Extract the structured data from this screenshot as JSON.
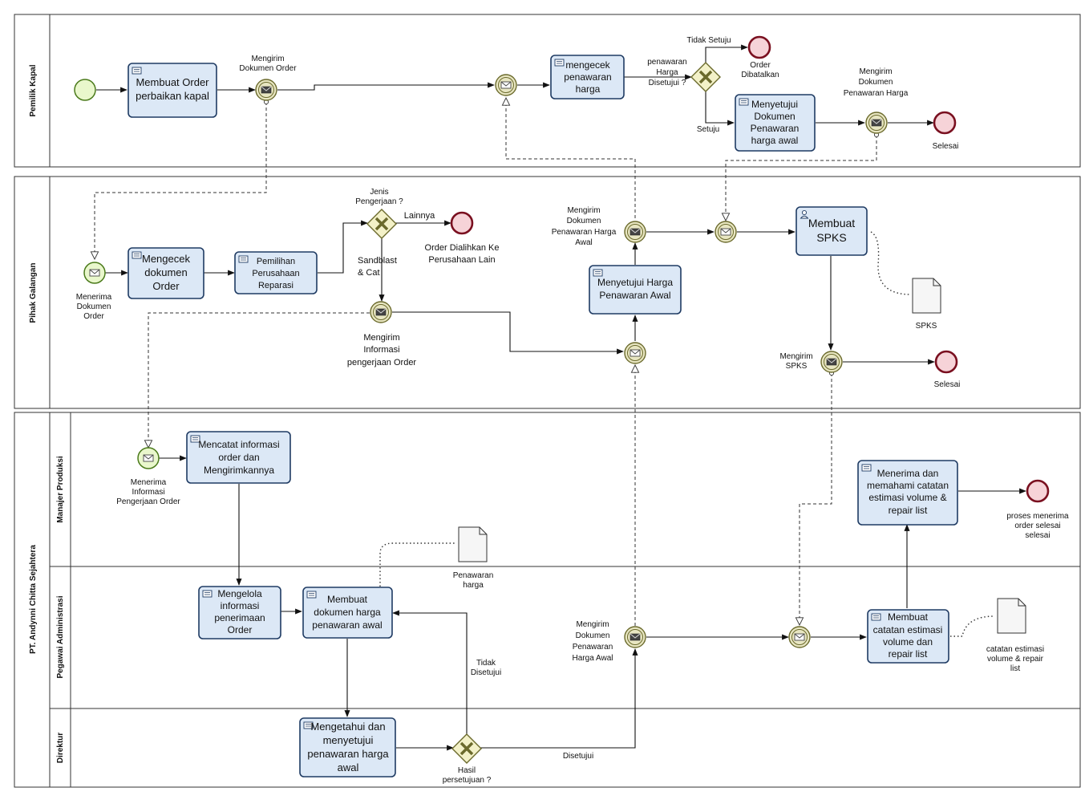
{
  "pools": {
    "pemilik_kapal": "Pemilik Kapal",
    "pihak_galangan": "Pihak Galangan",
    "pt": "PT. Andynni Chitta Sejahtera"
  },
  "lanes": {
    "manajer": "Manajer Produksi",
    "pegawai": "Pegawai Administrasi",
    "direktur": "Direktur"
  },
  "tasks": {
    "membuat_order": [
      "Membuat Order",
      "perbaikan kapal"
    ],
    "mengecek_penawaran": [
      "mengecek",
      "penawaran",
      "harga"
    ],
    "menyetujui_dokumen": [
      "Menyetujui",
      "Dokumen",
      "Penawaran",
      "harga awal"
    ],
    "mengecek_dokumen": [
      "Mengecek",
      "dokumen",
      "Order"
    ],
    "pemilihan": [
      "Pemilihan",
      "Perusahaan",
      "Reparasi"
    ],
    "menyetujui_harga": [
      "Menyetujui Harga",
      "Penawaran Awal"
    ],
    "membuat_spks": [
      "Membuat",
      "SPKS"
    ],
    "mencatat_info": [
      "Mencatat informasi",
      "order dan",
      "Mengirimkannya"
    ],
    "menerima_memahami": [
      "Menerima dan",
      "memahami catatan",
      "estimasi volume &",
      "repair list"
    ],
    "mengelola": [
      "Mengelola",
      "informasi",
      "penerimaan",
      "Order"
    ],
    "membuat_dokumen_harga": [
      "Membuat",
      "dokumen harga",
      "penawaran awal"
    ],
    "membuat_catatan": [
      "Membuat",
      "catatan estimasi",
      "volume dan",
      "repair list"
    ],
    "mengetahui": [
      "Mengetahui dan",
      "menyetujui",
      "penawaran harga",
      "awal"
    ]
  },
  "labels": {
    "mengirim_dok_order": [
      "Mengirim",
      "Dokumen Order"
    ],
    "penawaran_disetujui": [
      "penawaran",
      "Harga",
      "Disetujui ?"
    ],
    "tidak_setuju": "Tidak Setuju",
    "order_dibatalkan": [
      "Order",
      "Dibatalkan"
    ],
    "setuju": "Setuju",
    "mengirim_dok_penawaran_top": [
      "Mengirim",
      "Dokumen",
      "Penawaran Harga"
    ],
    "selesai_top": "Selesai",
    "jenis_pengerjaan": [
      "Jenis",
      "Pengerjaan ?"
    ],
    "lainnya": "Lainnya",
    "order_dialihkan": [
      "Order Dialihkan Ke",
      "Perusahaan Lain"
    ],
    "sandblast": [
      "Sandblast",
      "& Cat"
    ],
    "menerima_dok_order": [
      "Menerima",
      "Dokumen",
      "Order"
    ],
    "mengirim_info": [
      "Mengirim",
      "Informasi",
      "pengerjaan Order"
    ],
    "mengirim_dok_penawaran_awal": [
      "Mengirim",
      "Dokumen",
      "Penawaran Harga",
      "Awal"
    ],
    "spks_doc": "SPKS",
    "mengirim_spks": [
      "Mengirim",
      "SPKS"
    ],
    "selesai_mid": "Selesai",
    "menerima_info": [
      "Menerima",
      "Informasi",
      "Pengerjaan Order"
    ],
    "proses_selesai": [
      "proses menerima",
      "order selesai",
      "selesai"
    ],
    "penawaran_harga_doc": [
      "Penawaran",
      "harga"
    ],
    "tidak_disetujui": [
      "Tidak",
      "Disetujui"
    ],
    "mengirim_dok_penawaran_bot": [
      "Mengirim",
      "Dokumen",
      "Penawaran",
      "Harga Awal"
    ],
    "catatan_doc": [
      "catatan estimasi",
      "volume & repair",
      "list"
    ],
    "hasil_persetujuan": [
      "Hasil",
      "persetujuan ?"
    ],
    "disetujui": "Disetujui"
  }
}
